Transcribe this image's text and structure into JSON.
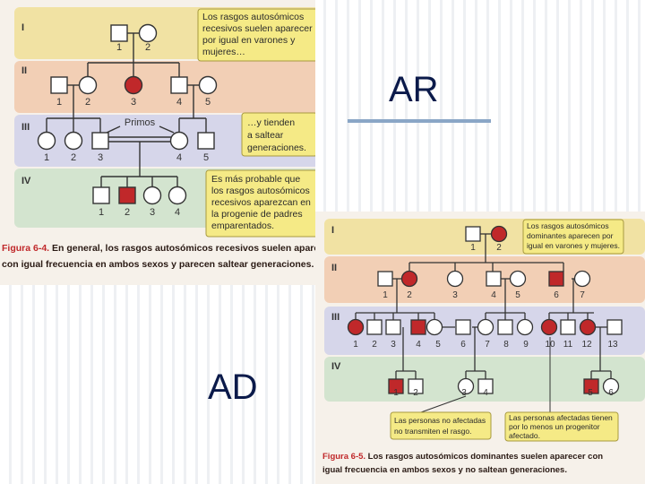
{
  "slide": {
    "label_ar": "AR",
    "label_ad": "AD"
  },
  "fig64": {
    "generations": [
      "I",
      "II",
      "III",
      "IV"
    ],
    "band_colors": [
      "#f1e2a3",
      "#f2cfb5",
      "#d6d6ea",
      "#d3e4cf"
    ],
    "affected_color": "#c0282a",
    "note_top": [
      "Los rasgos autosómicos",
      "recesivos suelen aparecer",
      "por igual en varones y",
      "mujeres…"
    ],
    "note_mid": [
      "…y tienden",
      "a saltear",
      "generaciones."
    ],
    "note_bottom": [
      "Es más probable que",
      "los rasgos autosómicos",
      "recesivos aparezcan en",
      "la progenie de padres",
      "emparentados."
    ],
    "primos_label": "Primos",
    "individuals": {
      "g1": [
        "1",
        "2"
      ],
      "g2": [
        "1",
        "2",
        "3",
        "4",
        "5"
      ],
      "g3": [
        "1",
        "2",
        "3",
        "4",
        "5"
      ],
      "g4": [
        "1",
        "2",
        "3",
        "4"
      ]
    },
    "caption_label": "Figura 6-4.",
    "caption_line1": " En general, los rasgos autosómicos recesivos suelen aparecer",
    "caption_line2": "con igual frecuencia en ambos sexos y parecen saltear generaciones."
  },
  "fig65": {
    "generations": [
      "I",
      "II",
      "III",
      "IV"
    ],
    "band_colors": [
      "#f1e2a3",
      "#f2cfb5",
      "#d6d6ea",
      "#d3e4cf"
    ],
    "affected_color": "#c0282a",
    "note_top": [
      "Los rasgos autosómicos",
      "dominantes aparecen por",
      "igual en varones y mujeres."
    ],
    "note_left": [
      "Las personas no afectadas",
      "no transmiten el rasgo."
    ],
    "note_right": [
      "Las personas afectadas tienen",
      "por lo menos un progenitor",
      "afectado."
    ],
    "individuals": {
      "g1": [
        "1",
        "2"
      ],
      "g2": [
        "1",
        "2",
        "3",
        "4",
        "5",
        "6",
        "7"
      ],
      "g3": [
        "1",
        "2",
        "3",
        "4",
        "5",
        "6",
        "7",
        "8",
        "9",
        "10",
        "11",
        "12",
        "13"
      ],
      "g4": [
        "1",
        "2",
        "3",
        "4",
        "5",
        "6"
      ]
    },
    "caption_label": "Figura 6-5.",
    "caption_line1": " Los rasgos autosómicos dominantes suelen aparecer con",
    "caption_line2": "igual frecuencia en ambos sexos y no saltean generaciones."
  }
}
